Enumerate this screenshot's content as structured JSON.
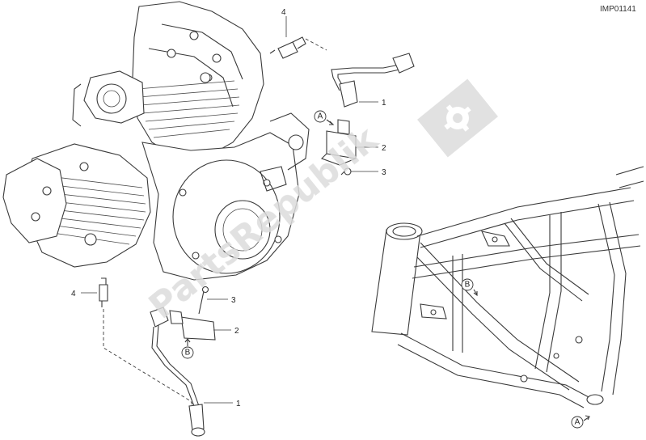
{
  "reference_code": "IMP01141",
  "watermark_text": "PartsRepublik",
  "callouts": {
    "top_coil_cable": "1",
    "top_coil": "2",
    "top_screw": "3",
    "top_spark_plug": "4",
    "bottom_coil_cable": "1",
    "bottom_coil": "2",
    "bottom_screw": "3",
    "bottom_spark_plug": "4"
  },
  "route_markers": {
    "a_at_coil": "A",
    "b_at_coil": "B",
    "b_on_frame": "B",
    "a_on_frame": "A"
  },
  "colors": {
    "line": "#3a3a3a",
    "watermark": "#dcdcdc"
  }
}
